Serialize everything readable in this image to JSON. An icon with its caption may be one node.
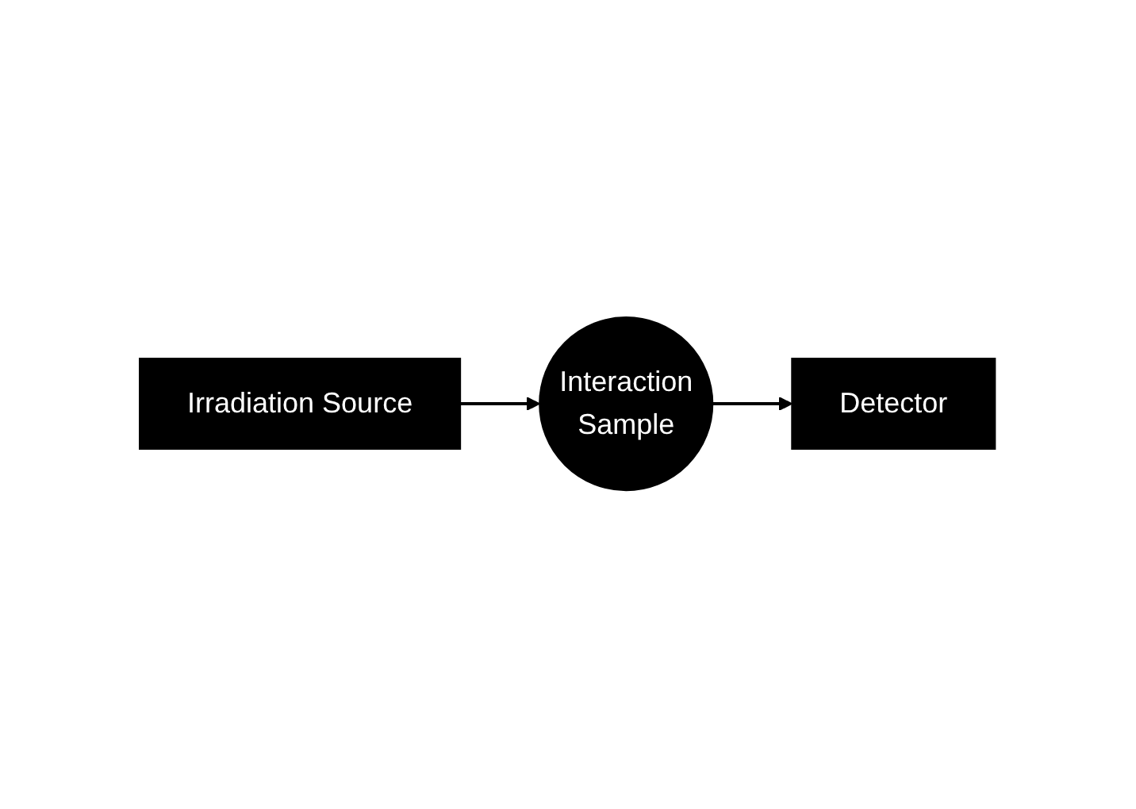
{
  "diagram": {
    "nodes": [
      {
        "text": [
          "Irradiation Source"
        ]
      },
      {
        "text": [
          "Interaction",
          "Sample"
        ]
      },
      {
        "text": [
          "Detector"
        ]
      }
    ],
    "edges": [
      {
        "from": 0,
        "to": 1,
        "arrow": "to"
      },
      {
        "from": 1,
        "to": 2,
        "arrow": "to"
      }
    ]
  }
}
